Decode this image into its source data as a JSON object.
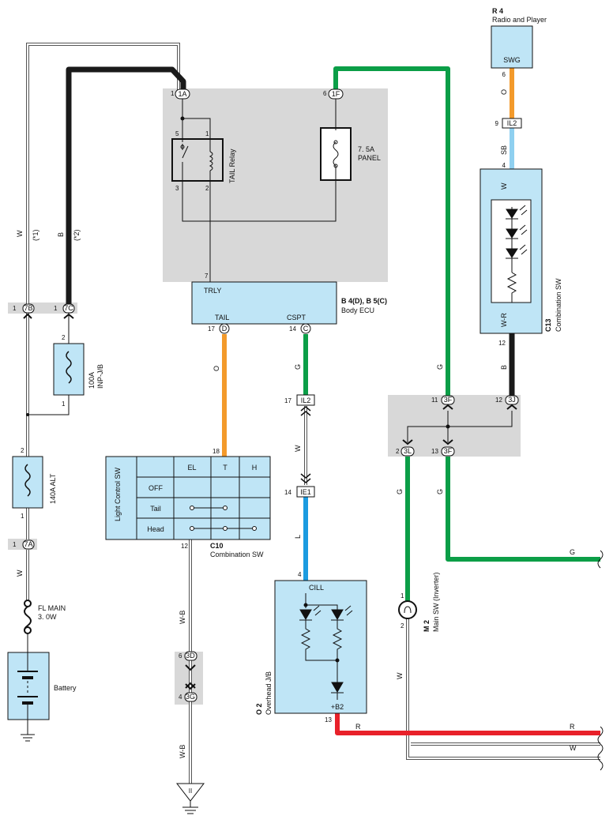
{
  "components": {
    "r4": {
      "code": "R 4",
      "name": "Radio and Player",
      "terminal": "SWG",
      "pin": "6"
    },
    "b4": {
      "code": "B 4(D), B 5(C)",
      "name": "Body ECU",
      "t_trly": "TRLY",
      "t_tail": "TAIL",
      "t_cspt": "CSPT"
    },
    "c13": {
      "code": "C13",
      "name": "Combination SW",
      "pin_top": "4",
      "pin_bottom": "12"
    },
    "c10": {
      "code": "C10",
      "name": "Combination SW",
      "label": "Light Control SW",
      "cols": [
        "EL",
        "T",
        "H"
      ],
      "rows": [
        "OFF",
        "Tail",
        "Head"
      ],
      "pin_top": "18",
      "pin_bottom": "12"
    },
    "o2": {
      "code": "O 2",
      "name": "Overhead J/B",
      "t_cill": "CILL",
      "t_b2": "+B2",
      "pin_top": "4",
      "pin_bottom": "13"
    },
    "m2": {
      "code": "M 2",
      "name": "Main SW (Inverter)",
      "pin_top": "1",
      "pin_bottom": "2"
    },
    "tail_relay": {
      "name": "TAIL Relay",
      "p5": "5",
      "p1": "1",
      "p3": "3",
      "p2": "2",
      "p7": "7"
    },
    "panel_fuse": {
      "rating": "7. 5A",
      "name": "PANEL"
    },
    "inp_fuse": {
      "rating": "100A",
      "name": "INP-J/B",
      "p2": "2",
      "p1": "1"
    },
    "alt_fuse": {
      "label": "140A ALT",
      "p2": "2",
      "p1": "1"
    },
    "fl_main": {
      "name": "FL MAIN",
      "rating": "3. 0W"
    },
    "battery": {
      "name": "Battery"
    }
  },
  "connectors": {
    "c1A": {
      "num": "1",
      "id": "1A"
    },
    "c1F": {
      "num": "6",
      "id": "1F"
    },
    "c7B": {
      "num": "1",
      "id": "7B"
    },
    "c7C": {
      "num": "1",
      "id": "7C"
    },
    "c7A": {
      "num": "1",
      "id": "7A"
    },
    "cD": {
      "num": "17",
      "id": "D"
    },
    "cC": {
      "num": "14",
      "id": "C"
    },
    "cIL2top": {
      "num": "9",
      "id": "IL2"
    },
    "cIL2": {
      "num": "17",
      "id": "IL2"
    },
    "cIE1": {
      "num": "14",
      "id": "IE1"
    },
    "c3F11": {
      "num": "11",
      "id": "3F"
    },
    "c3J": {
      "num": "12",
      "id": "3J"
    },
    "c3L": {
      "num": "2",
      "id": "3L"
    },
    "c3F13": {
      "num": "13",
      "id": "3F"
    },
    "c3D": {
      "num": "6",
      "id": "3D"
    },
    "c3G": {
      "num": "4",
      "id": "3G"
    },
    "ground_mark": "II"
  },
  "wire_colors": {
    "w_left": "W",
    "star1": "(*1)",
    "b_left": "B",
    "star2": "(*2)",
    "o_r4": "O",
    "sb": "SB",
    "w_c13": "W",
    "wr": "W-R",
    "b_c13": "B",
    "o_tail": "O",
    "g_cspt": "G",
    "g_long": "G",
    "w_mid": "W",
    "l_o2": "L",
    "g_3l": "G",
    "g_3f": "G",
    "g_right": "G",
    "w_left2": "W",
    "wb1": "W-B",
    "wb2": "W-B",
    "w_m2": "W",
    "r_bottom": "R",
    "r_right": "R",
    "w_right": "W"
  },
  "colors": {
    "green": "#0b9e47",
    "black": "#1a1a1a",
    "orange": "#f39a2b",
    "sky": "#8fd0f0",
    "blue": "#1b9be0",
    "red": "#e8212a",
    "box_fill": "#bfe5f6",
    "shade": "#d8d8d8"
  }
}
